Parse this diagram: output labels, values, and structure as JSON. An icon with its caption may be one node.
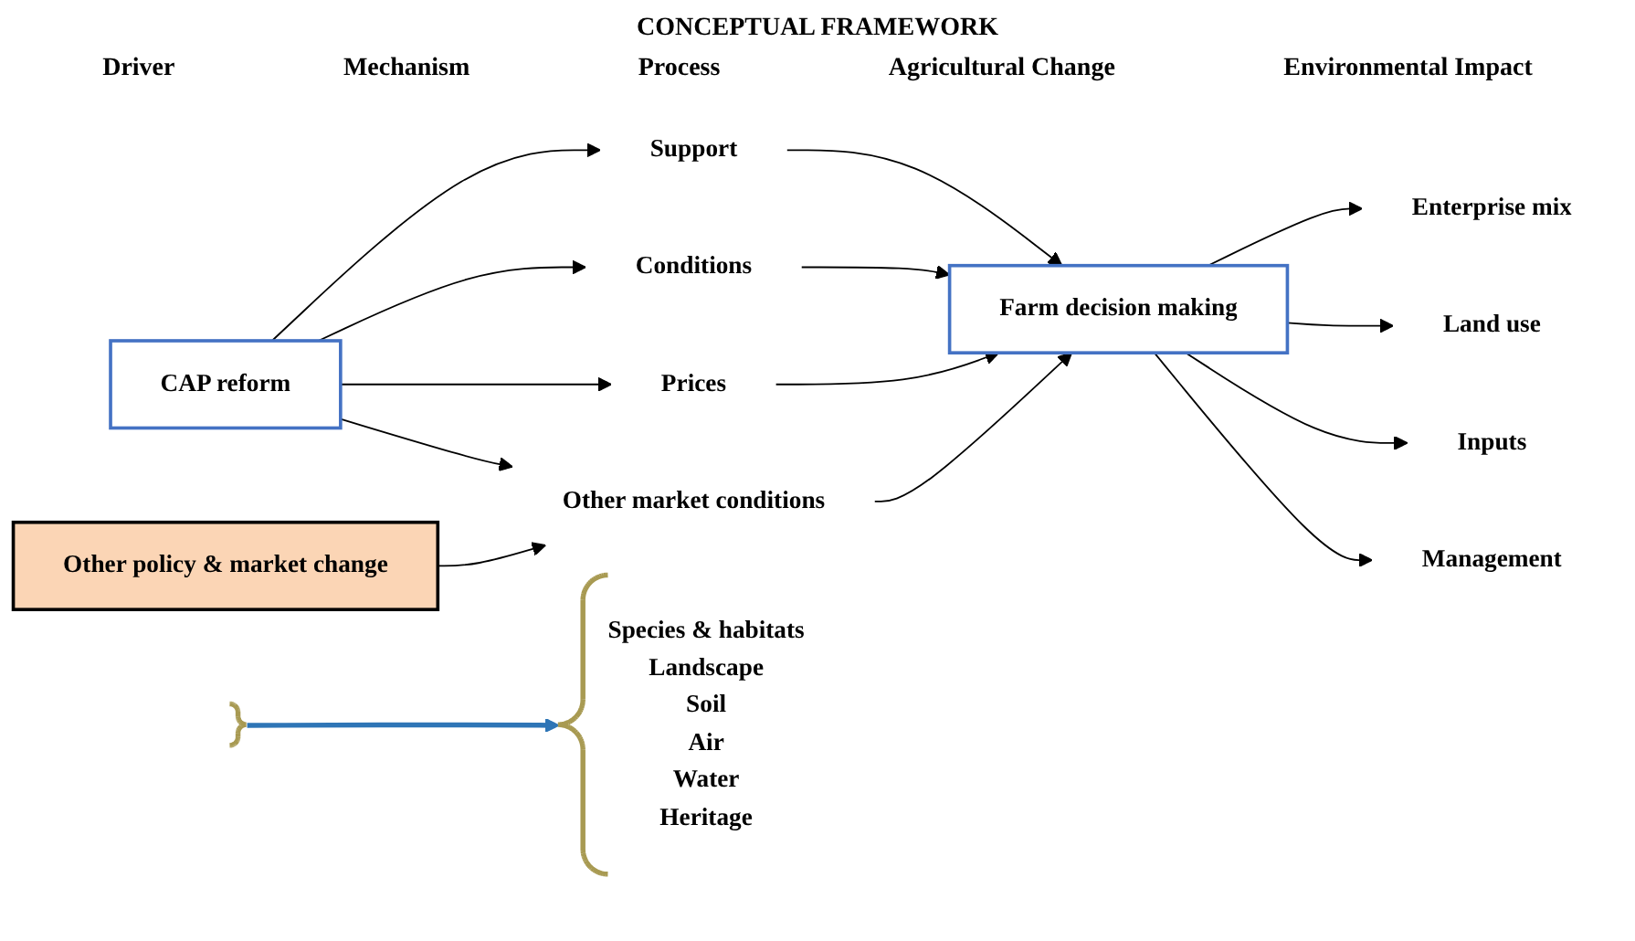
{
  "diagram": {
    "title": "CONCEPTUAL FRAMEWORK",
    "nodes": [
      {
        "text": [
          "CAP reform"
        ]
      },
      {
        "text": [
          "Other policy & market change"
        ]
      },
      {
        "text": [
          "Support"
        ]
      },
      {
        "text": [
          "Conditions"
        ]
      },
      {
        "text": [
          "Prices"
        ]
      },
      {
        "text": [
          "Other market conditions"
        ]
      },
      {
        "text": [
          "Farm decision making"
        ]
      },
      {
        "text": [
          "Enterprise mix"
        ]
      },
      {
        "text": [
          "Land use"
        ]
      },
      {
        "text": [
          "Inputs"
        ]
      },
      {
        "text": [
          "Management"
        ]
      },
      {
        "text": [],
        "shape": "bracket"
      },
      {
        "text": [
          "Species & habitats",
          "Landscape",
          "Soil",
          "Air",
          "Water",
          "Heritage"
        ]
      }
    ],
    "edges": [
      {
        "from": 0,
        "to": 2,
        "arrow": "to"
      },
      {
        "from": 0,
        "to": 3,
        "arrow": "to"
      },
      {
        "from": 0,
        "to": 4,
        "arrow": "to"
      },
      {
        "from": 0,
        "to": 5,
        "arrow": "to"
      },
      {
        "from": 1,
        "to": 5,
        "arrow": "to"
      },
      {
        "from": 2,
        "to": 6,
        "arrow": "to"
      },
      {
        "from": 3,
        "to": 6,
        "arrow": "to"
      },
      {
        "from": 4,
        "to": 6,
        "arrow": "to"
      },
      {
        "from": 5,
        "to": 6,
        "arrow": "to"
      },
      {
        "from": 6,
        "to": 7,
        "arrow": "to"
      },
      {
        "from": 6,
        "to": 8,
        "arrow": "to"
      },
      {
        "from": 6,
        "to": 9,
        "arrow": "to"
      },
      {
        "from": 6,
        "to": 10,
        "arrow": "to"
      },
      {
        "from": 11,
        "to": 12,
        "arrow": "to",
        "style": "thick",
        "color": "#2e75b6"
      }
    ],
    "labels": [
      "Driver",
      "Mechanism",
      "Process",
      "Agricultural Change",
      "Environmental Impact"
    ]
  }
}
